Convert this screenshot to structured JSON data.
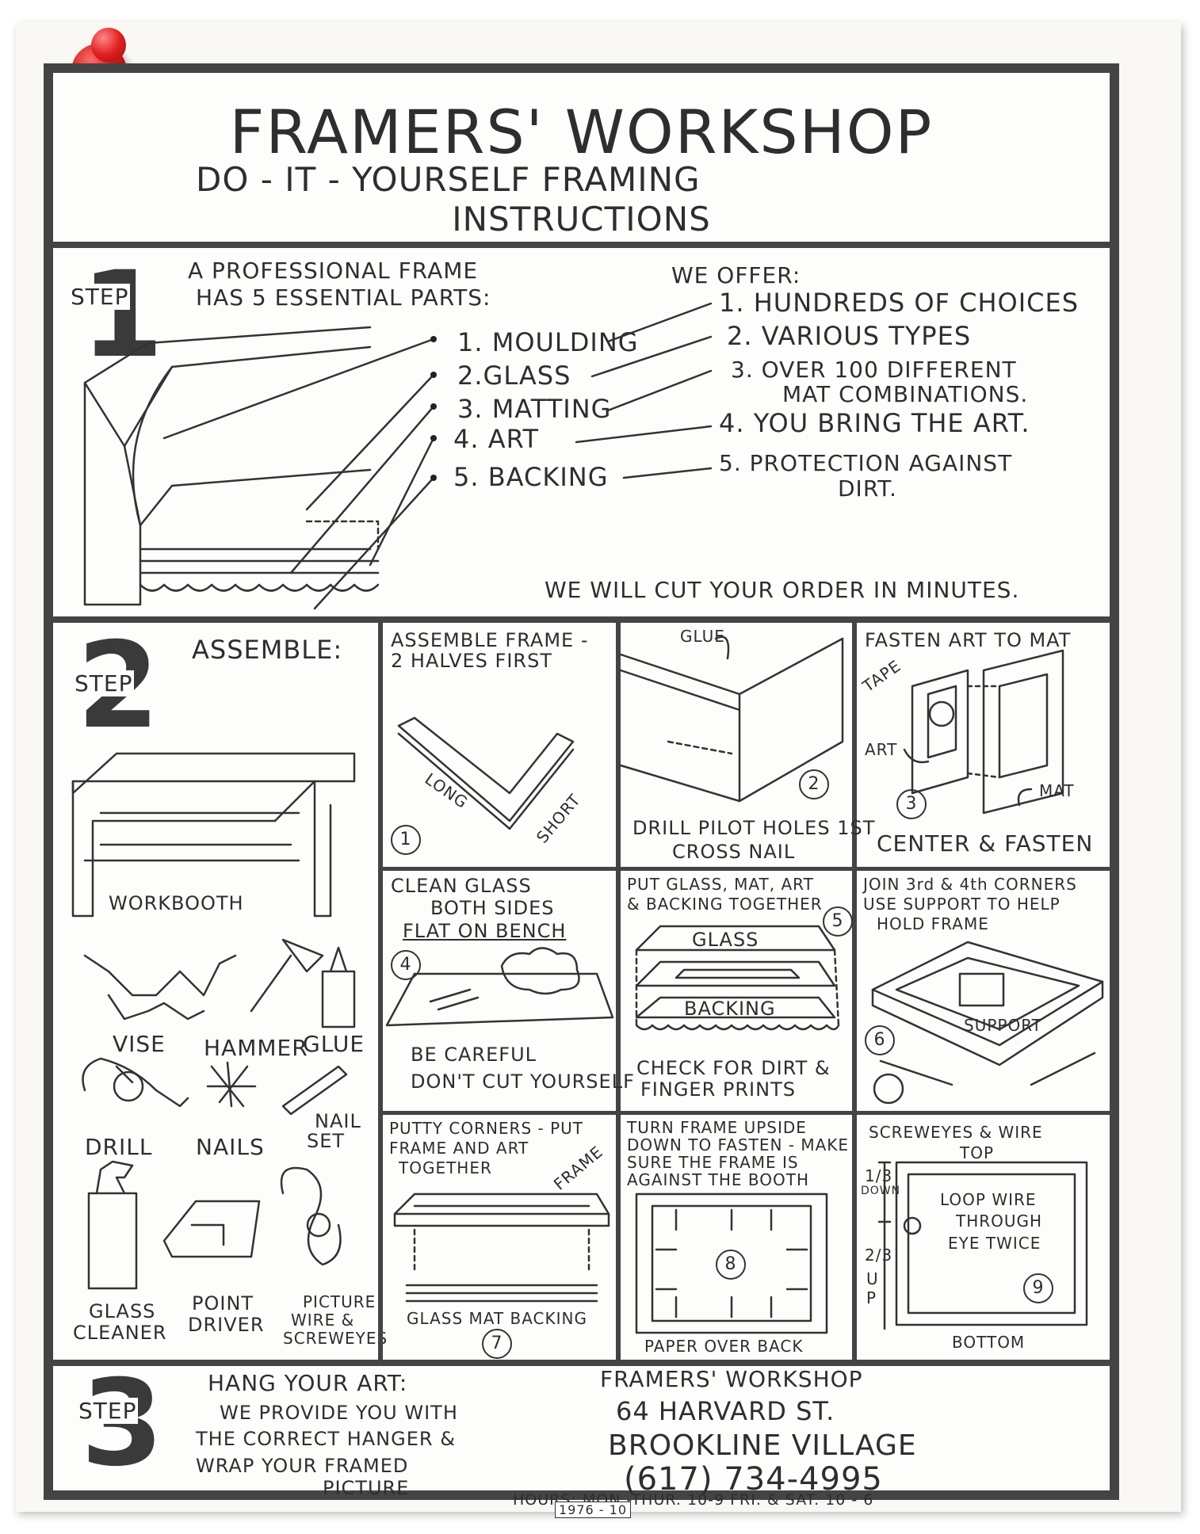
{
  "header": {
    "title": "FRAMERS' WORKSHOP",
    "subtitle_line1": "DO - IT - YOURSELF  FRAMING",
    "subtitle_line2": "INSTRUCTIONS"
  },
  "step_label": "STEP",
  "step1": {
    "number": "1",
    "intro_line1": "A PROFESSIONAL  FRAME",
    "intro_line2": "HAS  5 ESSENTIAL  PARTS:",
    "parts": [
      "1. MOULDING",
      "2.GLASS",
      "3. MATTING",
      "4. ART",
      "5. BACKING"
    ],
    "offers_title": "WE OFFER:",
    "offers": [
      "1. HUNDREDS  OF  CHOICES",
      "2. VARIOUS  TYPES",
      "3. OVER  100  DIFFERENT",
      "MAT  COMBINATIONS.",
      "4. YOU  BRING  THE  ART.",
      "5. PROTECTION  AGAINST",
      "DIRT."
    ],
    "cut_note": "WE  WILL  CUT  YOUR  ORDER  IN  MINUTES."
  },
  "step2": {
    "number": "2",
    "heading": "ASSEMBLE:",
    "tools": {
      "workbooth": "WORKBOOTH",
      "vise": "VISE",
      "hammer": "HAMMER",
      "glue": "GLUE",
      "drill": "DRILL",
      "nails": "NAILS",
      "nail_set_1": "NAIL",
      "nail_set_2": "SET",
      "glass_cleaner_1": "GLASS",
      "glass_cleaner_2": "CLEANER",
      "point_driver_1": "POINT",
      "point_driver_2": "DRIVER",
      "picture_wire_1": "PICTURE",
      "picture_wire_2": "WIRE &",
      "picture_wire_3": "SCREWEYES"
    },
    "cells": {
      "c1": {
        "line1": "ASSEMBLE FRAME -",
        "line2": "2 HALVES  FIRST",
        "long": "LONG",
        "short": "SHORT",
        "num": "1"
      },
      "c2": {
        "glue": "GLUE",
        "line1": "DRILL  PILOT HOLES  1ST",
        "line2": "CROSS  NAIL",
        "num": "2"
      },
      "c3": {
        "line1": "FASTEN ART TO MAT",
        "tape": "TAPE",
        "art": "ART",
        "mat": "MAT",
        "line2": "CENTER & FASTEN",
        "num": "3"
      },
      "c4": {
        "line1": "CLEAN GLASS",
        "line2": "BOTH  SIDES",
        "line3": "FLAT ON  BENCH",
        "line4": "BE CAREFUL",
        "line5": "DON'T CUT YOURSELF",
        "num": "4"
      },
      "c5": {
        "line1": "PUT GLASS, MAT, ART",
        "line2": "& BACKING TOGETHER",
        "glass": "GLASS",
        "backing": "BACKING",
        "line3": "CHECK  FOR  DIRT &",
        "line4": "FINGER  PRINTS",
        "num": "5"
      },
      "c6": {
        "line1": "JOIN  3rd & 4th CORNERS",
        "line2": "USE  SUPPORT TO HELP",
        "line3": "HOLD  FRAME",
        "support": "SUPPORT",
        "num": "6"
      },
      "c7": {
        "line1": "PUTTY CORNERS - PUT",
        "line2": "FRAME AND ART",
        "line3": "TOGETHER",
        "frame": "FRAME",
        "line4": "GLASS  MAT  BACKING",
        "num": "7"
      },
      "c8": {
        "line1": "TURN  FRAME  UPSIDE",
        "line2": "DOWN TO  FASTEN - MAKE",
        "line3": "SURE  THE  FRAME  IS",
        "line4": "AGAINST  THE  BOOTH",
        "line5": "PAPER  OVER  BACK",
        "num": "8"
      },
      "c9": {
        "line1": "SCREWEYES & WIRE",
        "top": "TOP",
        "third": "1/3",
        "down": "DOWN",
        "twothirds": "2/3",
        "up": "U P",
        "loop1": "LOOP  WIRE",
        "loop2": "THROUGH",
        "loop3": "EYE  TWICE",
        "bottom": "BOTTOM",
        "num": "9"
      }
    }
  },
  "step3": {
    "number": "3",
    "heading": "HANG  YOUR  ART:",
    "line1": "WE  PROVIDE  YOU  WITH",
    "line2": "THE  CORRECT  HANGER &",
    "line3": "WRAP  YOUR  FRAMED",
    "line4": "PICTURE",
    "shop_name": "FRAMERS'  WORKSHOP",
    "address1": "64  HARVARD  ST.",
    "address2": "BROOKLINE  VILLAGE",
    "phone": "(617)  734-4995",
    "hours": "HOURS:  MON.-THUR.  10-9    FRI. & SAT.   10 - 6"
  },
  "footer_code": "1976 - 10"
}
